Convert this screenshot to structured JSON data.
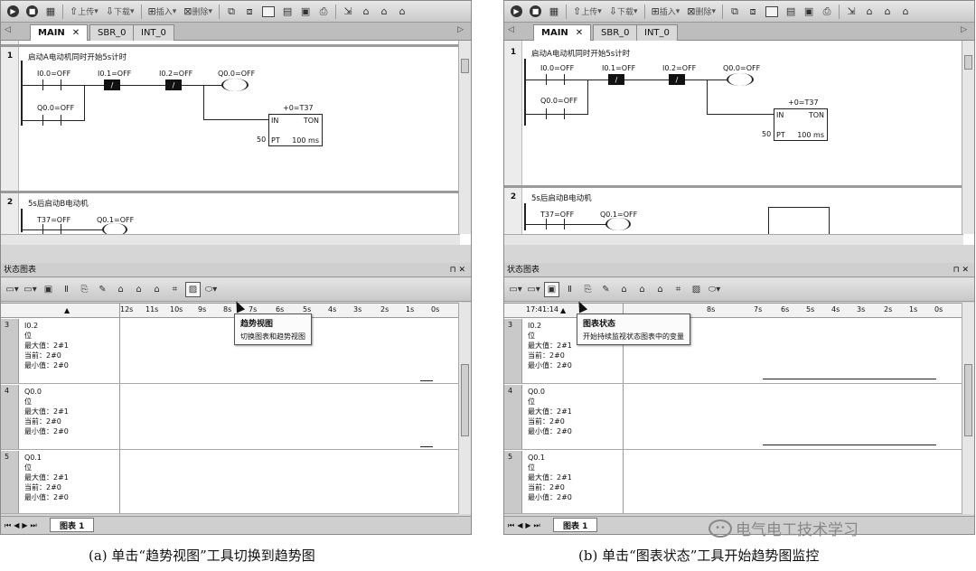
{
  "toolbar": {
    "upload": "上传",
    "download": "下载",
    "insert": "插入",
    "delete": "删除"
  },
  "tabs": [
    {
      "label": "MAIN"
    },
    {
      "label": "SBR_0"
    },
    {
      "label": "INT_0"
    }
  ],
  "networks": [
    {
      "number": "1",
      "comment_a": "启动A电动机同时开始5s计时",
      "comment_b": "启动A电动机同时开始5s计时",
      "contacts": [
        "I0.0=OFF",
        "I0.1=OFF",
        "I0.2=OFF"
      ],
      "coil": "Q0.0=OFF",
      "parallel": "Q0.0=OFF",
      "timer": {
        "name": "+0=T37",
        "in": "IN",
        "type": "TON",
        "preset_value": "50",
        "pt": "PT",
        "base": "100 ms"
      }
    },
    {
      "number": "2",
      "comment": "5s后启动B电动机",
      "contact": "T37=OFF",
      "coil": "Q0.1=OFF"
    }
  ],
  "status_chart": {
    "title": "状态图表",
    "time_labels": [
      "12s",
      "11s",
      "10s",
      "9s",
      "8s",
      "7s",
      "6s",
      "5s",
      "4s",
      "3s",
      "2s",
      "1s",
      "0s"
    ],
    "clock": "17:41:14",
    "rows": [
      {
        "num": "3",
        "addr": "I0.2",
        "format": "位",
        "max": "最大值：2#1",
        "current": "当前：2#0",
        "min": "最小值：2#0"
      },
      {
        "num": "4",
        "addr": "Q0.0",
        "format": "位",
        "max": "最大值：2#1",
        "current": "当前：2#0",
        "min": "最小值：2#0"
      },
      {
        "num": "5",
        "addr": "Q0.1",
        "format": "位",
        "max": "最大值：2#1",
        "current": "当前：2#0",
        "min": "最小值：2#0"
      }
    ],
    "sheet_tab": "图表 1"
  },
  "tooltip_a": {
    "title": "趋势视图",
    "desc": "切换图表和趋势视图"
  },
  "tooltip_b": {
    "title": "图表状态",
    "desc": "开始持续监视状态图表中的变量"
  },
  "captions": {
    "a": "(a) 单击“趋势视图”工具切换到趋势图",
    "b": "(b) 单击“图表状态”工具开始趋势图监控"
  },
  "watermark": "电气电工技术学习"
}
